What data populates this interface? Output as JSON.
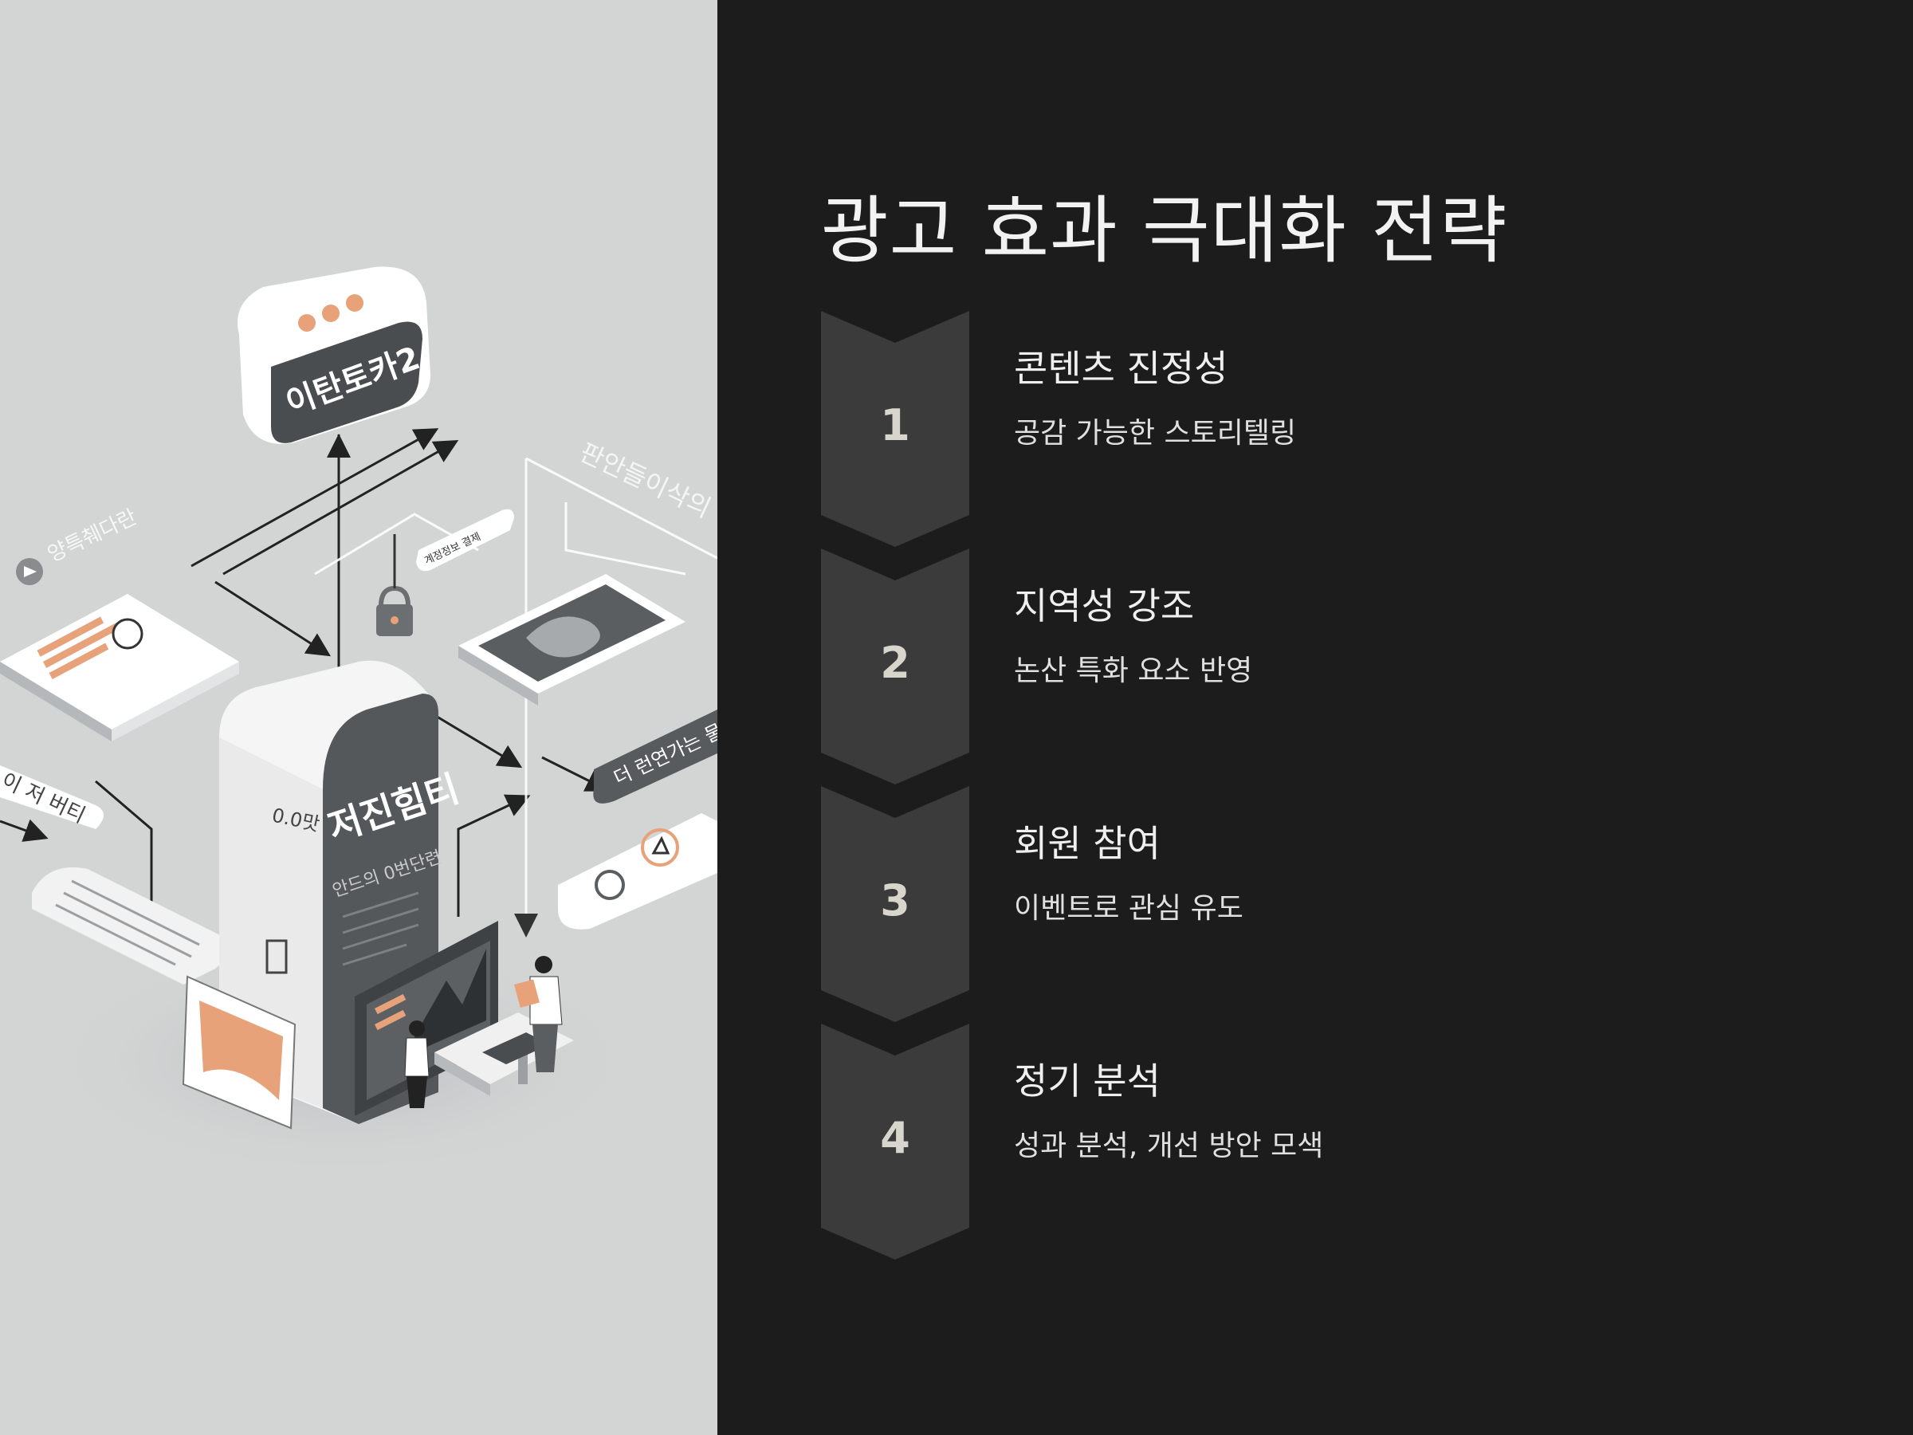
{
  "slide": {
    "title": "광고 효과 극대화 전략"
  },
  "illustration": {
    "labels": {
      "top_sign": "이탄토카2",
      "tower_title": "저진힘티",
      "tower_sub": "안드의 0번단련",
      "tower_small": "0.0맛",
      "right_label": "판안들이삭의",
      "left_label": "양특췌다란",
      "lower_left_label": "이 저 버티",
      "pill_label": "더 런연가는 물",
      "tag_label": "계정정보 결제"
    }
  },
  "steps": [
    {
      "number": "1",
      "title": "콘텐츠 진정성",
      "description": "공감 가능한 스토리텔링"
    },
    {
      "number": "2",
      "title": "지역성 강조",
      "description": "논산 특화 요소 반영"
    },
    {
      "number": "3",
      "title": "회원 참여",
      "description": "이벤트로 관심 유도"
    },
    {
      "number": "4",
      "title": "정기 분석",
      "description": "성과 분석, 개선 방안 모색"
    }
  ],
  "colors": {
    "background_dark": "#1c1c1c",
    "chevron": "#3b3b3b",
    "illustration_bg": "#d3d5d5",
    "accent_orange": "#e8a27a"
  }
}
